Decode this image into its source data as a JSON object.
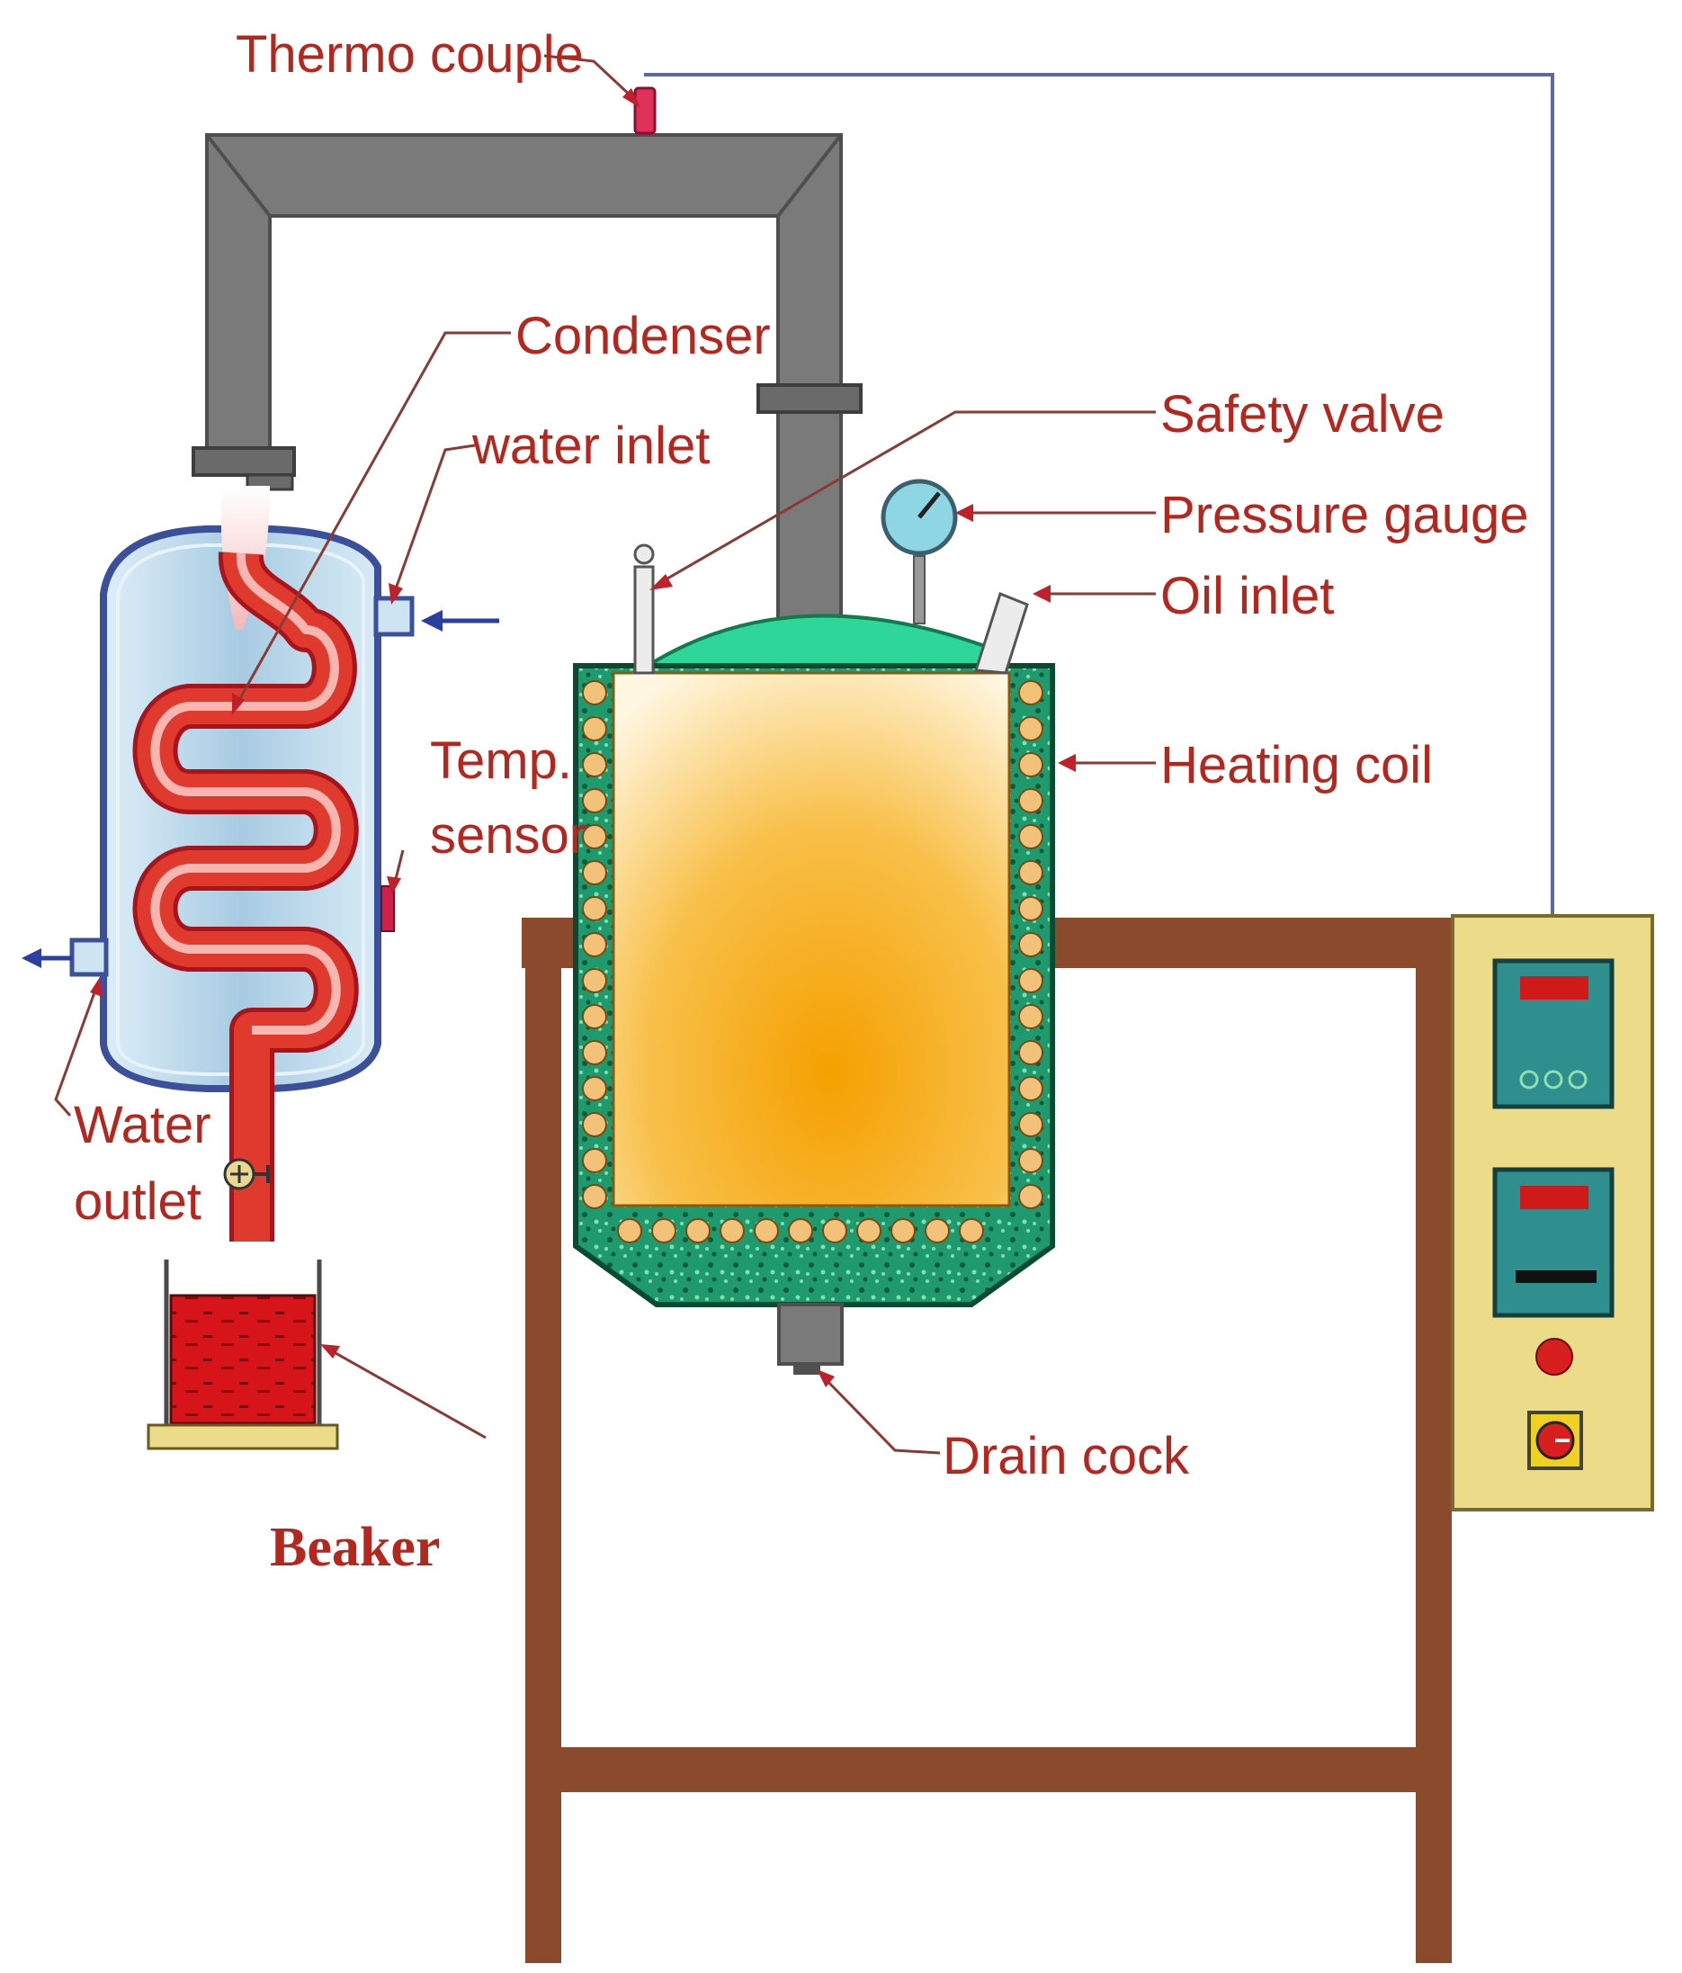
{
  "labels": {
    "thermocouple": "Thermo couple",
    "condenser": "Condenser",
    "water_inlet": "water inlet",
    "safety_valve": "Safety valve",
    "pressure_gauge": "Pressure gauge",
    "oil_inlet": "Oil inlet",
    "heating_coil": "Heating coil",
    "temp_sensor_line1": "Temp.",
    "temp_sensor_line2": "sensor",
    "water_outlet_line1": "Water",
    "water_outlet_line2": "outlet",
    "drain_cock": "Drain cock",
    "beaker": "Beaker"
  },
  "colors": {
    "label_red": "#b5261e",
    "pipe_gray": "#7a7a7a",
    "pipe_dark": "#4f4f4f",
    "condenser_blue": "#a9cce3",
    "coil_red": "#e03a2e",
    "jacket_green": "#1f9a6e",
    "oil_orange": "#f5a500",
    "stand_brown": "#8b4a2b",
    "panel_yellow": "#ecdc8a",
    "wire_blue": "#5a6aa8",
    "arrow_blue": "#2a3fa0"
  }
}
